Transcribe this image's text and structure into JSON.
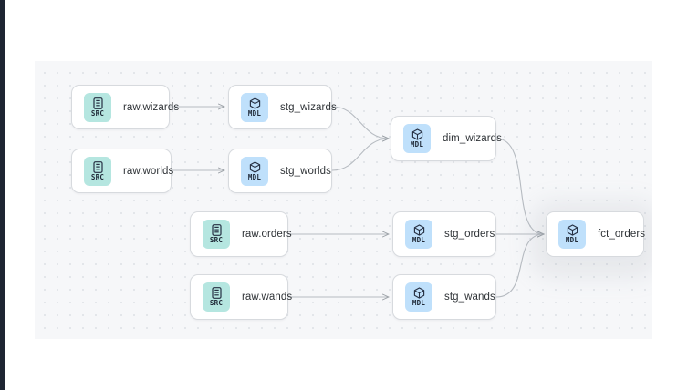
{
  "app": {
    "background_color": "#ffffff",
    "left_rail_color": "#1e2532"
  },
  "canvas": {
    "name": "lineage-graph-canvas",
    "background_color": "#f6f7f9",
    "dot_color": "#e3e6ea"
  },
  "legend": {
    "source_kind": "SRC",
    "model_kind": "MDL",
    "source_badge_color": "#b5e6e0",
    "model_badge_color": "#bfe0fb"
  },
  "graph": {
    "nodes": [
      {
        "id": "raw_wizards",
        "label": "raw.wizards",
        "kind": "SRC",
        "icon": "database-icon",
        "highlighted": false
      },
      {
        "id": "raw_worlds",
        "label": "raw.worlds",
        "kind": "SRC",
        "icon": "database-icon",
        "highlighted": false
      },
      {
        "id": "raw_orders",
        "label": "raw.orders",
        "kind": "SRC",
        "icon": "database-icon",
        "highlighted": false
      },
      {
        "id": "raw_wands",
        "label": "raw.wands",
        "kind": "SRC",
        "icon": "database-icon",
        "highlighted": false
      },
      {
        "id": "stg_wizards",
        "label": "stg_wizards",
        "kind": "MDL",
        "icon": "cube-icon",
        "highlighted": false
      },
      {
        "id": "stg_worlds",
        "label": "stg_worlds",
        "kind": "MDL",
        "icon": "cube-icon",
        "highlighted": false
      },
      {
        "id": "stg_orders",
        "label": "stg_orders",
        "kind": "MDL",
        "icon": "cube-icon",
        "highlighted": false
      },
      {
        "id": "stg_wands",
        "label": "stg_wands",
        "kind": "MDL",
        "icon": "cube-icon",
        "highlighted": false
      },
      {
        "id": "dim_wizards",
        "label": "dim_wizards",
        "kind": "MDL",
        "icon": "cube-icon",
        "highlighted": false
      },
      {
        "id": "fct_orders",
        "label": "fct_orders",
        "kind": "MDL",
        "icon": "cube-icon",
        "highlighted": true
      }
    ],
    "edges": [
      {
        "from": "raw_wizards",
        "to": "stg_wizards"
      },
      {
        "from": "raw_worlds",
        "to": "stg_worlds"
      },
      {
        "from": "raw_orders",
        "to": "stg_orders"
      },
      {
        "from": "raw_wands",
        "to": "stg_wands"
      },
      {
        "from": "stg_wizards",
        "to": "dim_wizards"
      },
      {
        "from": "stg_worlds",
        "to": "dim_wizards"
      },
      {
        "from": "dim_wizards",
        "to": "fct_orders"
      },
      {
        "from": "stg_orders",
        "to": "fct_orders"
      },
      {
        "from": "stg_wands",
        "to": "fct_orders"
      }
    ]
  }
}
